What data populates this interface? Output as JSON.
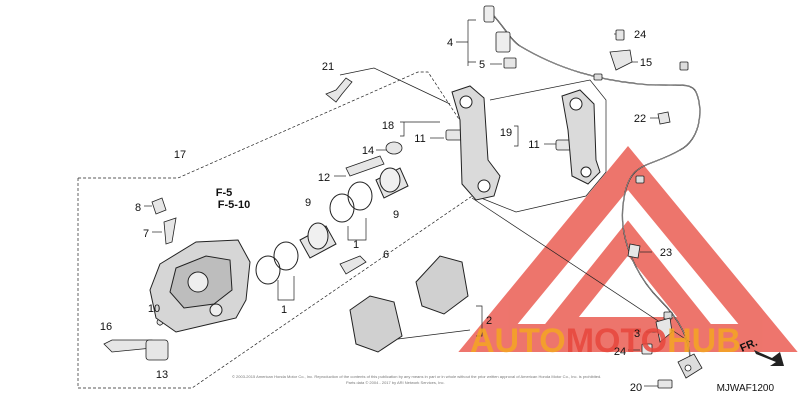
{
  "diagram": {
    "diagram_code": "MJWAF1200",
    "copyright_line1": "© 2003-2015 American Honda Motor Co., Inc. Reproduction of the contents of this publication by any means in part or in whole without the prior written approval of American Honda Motor Co., Inc. is prohibited.",
    "copyright_line2": "Parts data © 2004 - 2017 by ARI Network Services, Inc.",
    "front_marker": "FR.",
    "ref_f5": "F-5",
    "ref_f510": "F-5-10",
    "watermark": {
      "part1": "AUTO",
      "part2": "MOTO",
      "part3": "HUB",
      "color_red": "#e8473c",
      "color_orange": "#f5a623"
    },
    "parts": {
      "p1a": "1",
      "p1b": "1",
      "p2": "2",
      "p3": "3",
      "p4": "4",
      "p5": "5",
      "p6": "6",
      "p7": "7",
      "p8": "8",
      "p9a": "9",
      "p9b": "9",
      "p10": "10",
      "p11a": "11",
      "p11b": "11",
      "p12": "12",
      "p13": "13",
      "p14": "14",
      "p15": "15",
      "p16": "16",
      "p17": "17",
      "p18": "18",
      "p19": "19",
      "p20": "20",
      "p21": "21",
      "p22": "22",
      "p23": "23",
      "p24a": "24",
      "p24b": "24"
    }
  }
}
